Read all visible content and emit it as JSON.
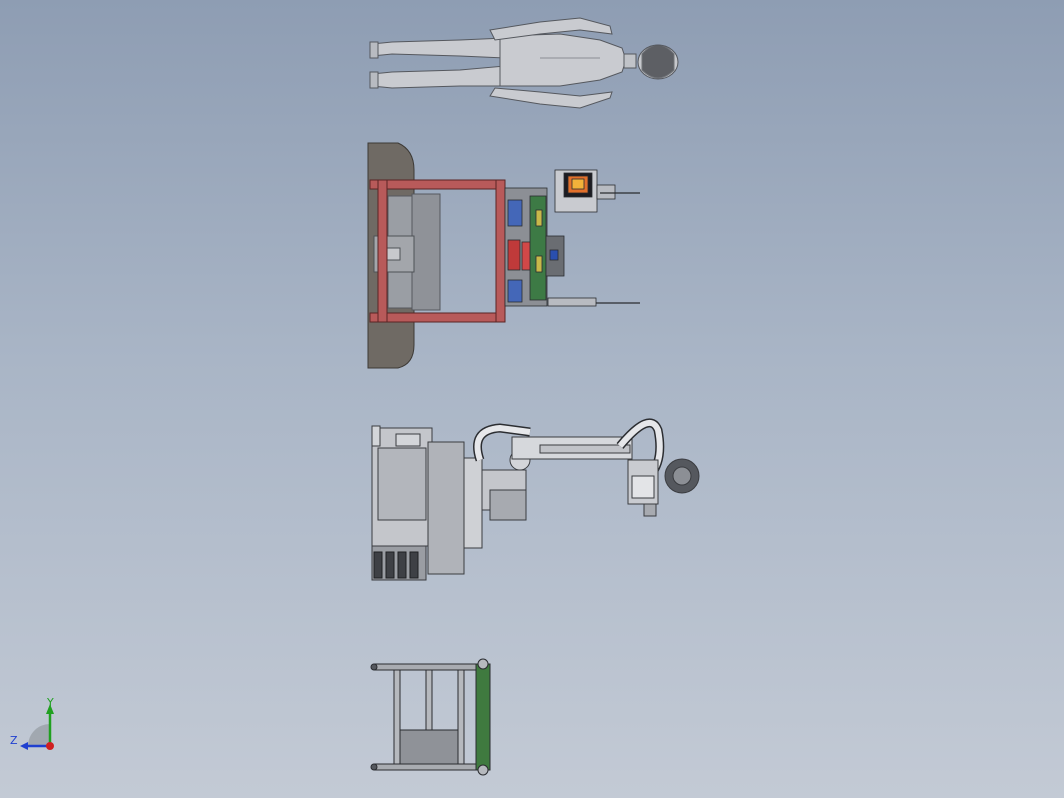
{
  "viewport": {
    "background_top": "#8e9db3",
    "background_bottom": "#c3cad5"
  },
  "colors": {
    "frame_red": "#b85a5a",
    "base_dark": "#6f6a64",
    "plate_grey": "#8f9298",
    "rail_green": "#3f7a3f",
    "body_grey": "#c4c6cb",
    "panel_screen": "#e2702b"
  },
  "triad": {
    "x_label": "",
    "y_label": "Y",
    "z_label": "Z",
    "x_color": "#d02020",
    "y_color": "#20a020",
    "z_color": "#2040d0"
  },
  "components": [
    {
      "name": "human-figure-icon"
    },
    {
      "name": "machine-top-view"
    },
    {
      "name": "robot-arm-side-view"
    },
    {
      "name": "rack-frame-view"
    }
  ]
}
